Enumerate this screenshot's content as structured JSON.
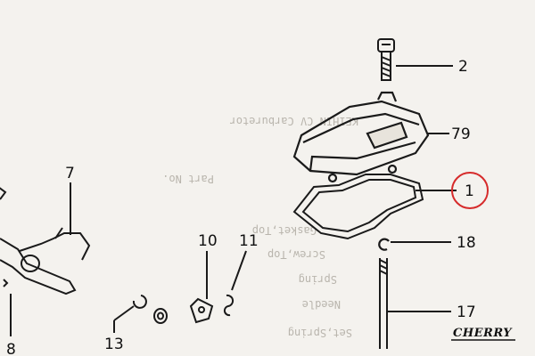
{
  "callouts": {
    "c2": "2",
    "c79": "79",
    "c1": "1",
    "c18": "18",
    "c17": "17",
    "c7": "7",
    "c10": "10",
    "c11": "11",
    "c13": "13",
    "c8": "8"
  },
  "highlight_color": "#d62b2b",
  "logo_text": "CHERRY",
  "bleed_through": {
    "heading": "KEIHIN CV Carburetor",
    "col_header": "Part No.",
    "rows": [
      "Gasket,Top",
      "Screw,Top",
      "Spring",
      "Needle",
      "Set,Spring"
    ]
  }
}
